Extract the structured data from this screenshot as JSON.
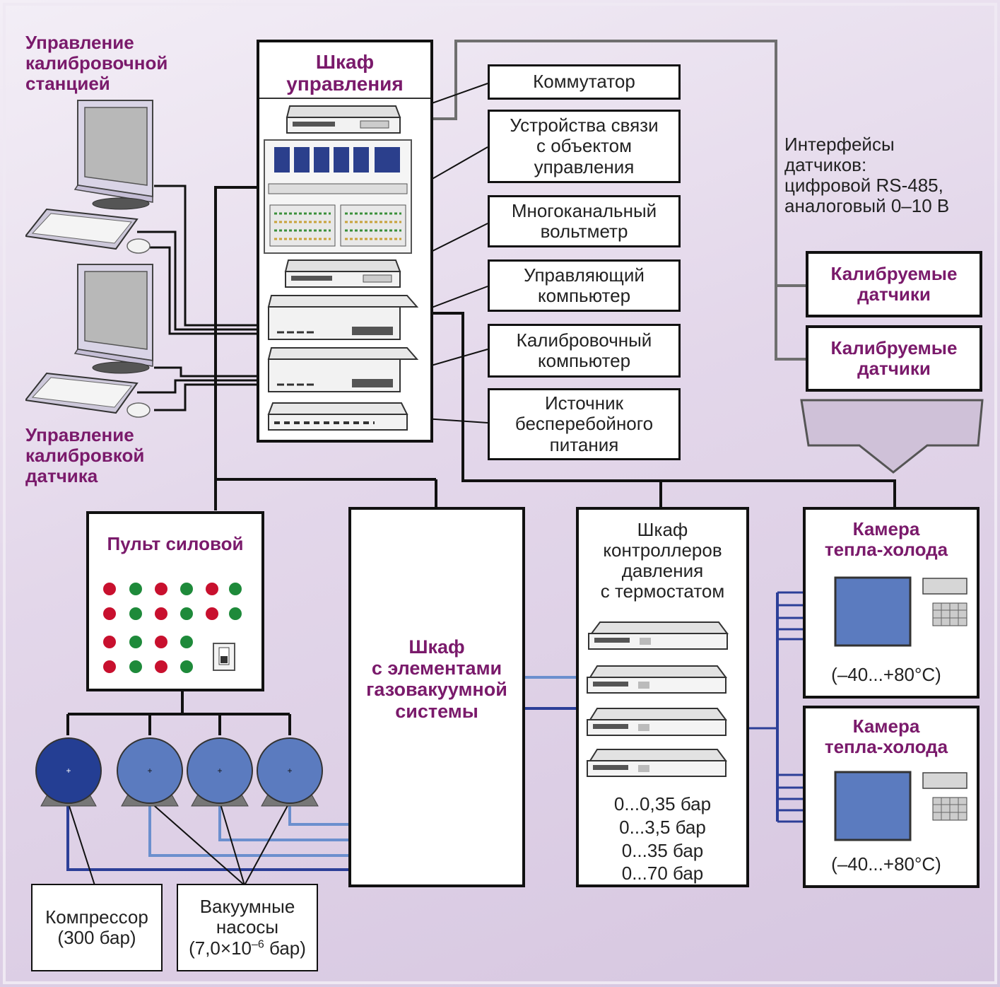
{
  "operator_labels": {
    "station_control": "Управление\nкалибровочной\nстанцией",
    "sensor_control": "Управление\nкалибровкой\nдатчика"
  },
  "control_cabinet": {
    "title": "Шкаф\nуправления",
    "components": [
      "Коммутатор",
      "Устройства связи\nс объектом\nуправления",
      "Многоканальный\nвольтметр",
      "Управляющий\nкомпьютер",
      "Калибровочный\nкомпьютер",
      "Источник\nбесперебойного\nпитания"
    ]
  },
  "interfaces_text": "Интерфейсы\nдатчиков:\nцифровой RS-485,\nаналоговый 0–10 В",
  "sensors": [
    "Калибруемые\nдатчики",
    "Калибруемые\nдатчики"
  ],
  "power_console": {
    "title": "Пульт силовой"
  },
  "gas_vacuum_cabinet": {
    "title": "Шкаф\nс элементами\nгазовакуумной\nсистемы"
  },
  "pressure_cabinet": {
    "title": "Шкаф\nконтроллеров\nдавления\nс термостатом",
    "ranges": "0...0,35 бар\n0...3,5 бар\n0...35 бар\n0...70 бар"
  },
  "chambers": [
    {
      "title": "Камера\nтепла-холода",
      "range": "(–40...+80°C)"
    },
    {
      "title": "Камера\nтепла-холода",
      "range": "(–40...+80°C)"
    }
  ],
  "compressor_label": "Компрессор\n(300 бар)",
  "vacuum_label": {
    "main": "Вакуумные\nнасосы\n(7,0×10",
    "exponent": "–6",
    "tail": " бар)"
  },
  "colors": {
    "accent_purple": "#7a1a6b",
    "line_blue": "#2c3f98",
    "line_lightblue": "#6b8fce",
    "line_gray": "#777777",
    "pump_dark": "#243e93",
    "pump_light": "#5b7bbf",
    "led_red": "#c8102e",
    "led_green": "#1e8a3a"
  }
}
